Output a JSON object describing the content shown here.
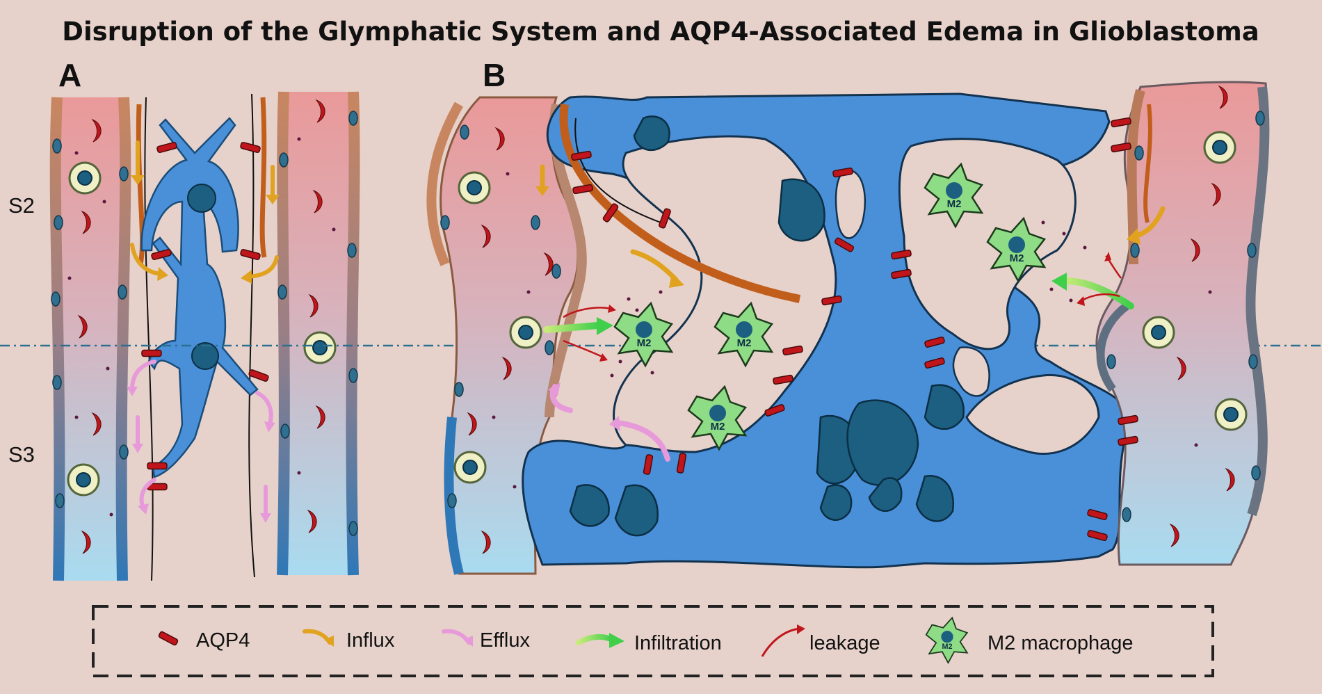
{
  "title": "Disruption of the Glymphatic System and AQP4-Associated Edema in Glioblastoma",
  "panels": {
    "a": "A",
    "b": "B"
  },
  "stages": {
    "s2": "S2",
    "s3": "S3"
  },
  "cell_label": "M2",
  "legend": {
    "aqp4": "AQP4",
    "influx": "Influx",
    "efflux": "Efflux",
    "infiltration": "Infiltration",
    "leakage": "leakage",
    "macrophage": "M2 macrophage"
  },
  "colors": {
    "background": "#e7d2cb",
    "astrocyte": "#4a90d9",
    "nucleus": "#1c5f80",
    "vessel_top": "#e99a9a",
    "vessel_bottom": "#a8d8ee",
    "aqp4": "#c0161b",
    "influx": "#e0a21f",
    "efflux": "#e79ad9",
    "infiltration": "#6cd94c",
    "leakage": "#c0161b",
    "macrophage": "#8fdc86"
  }
}
